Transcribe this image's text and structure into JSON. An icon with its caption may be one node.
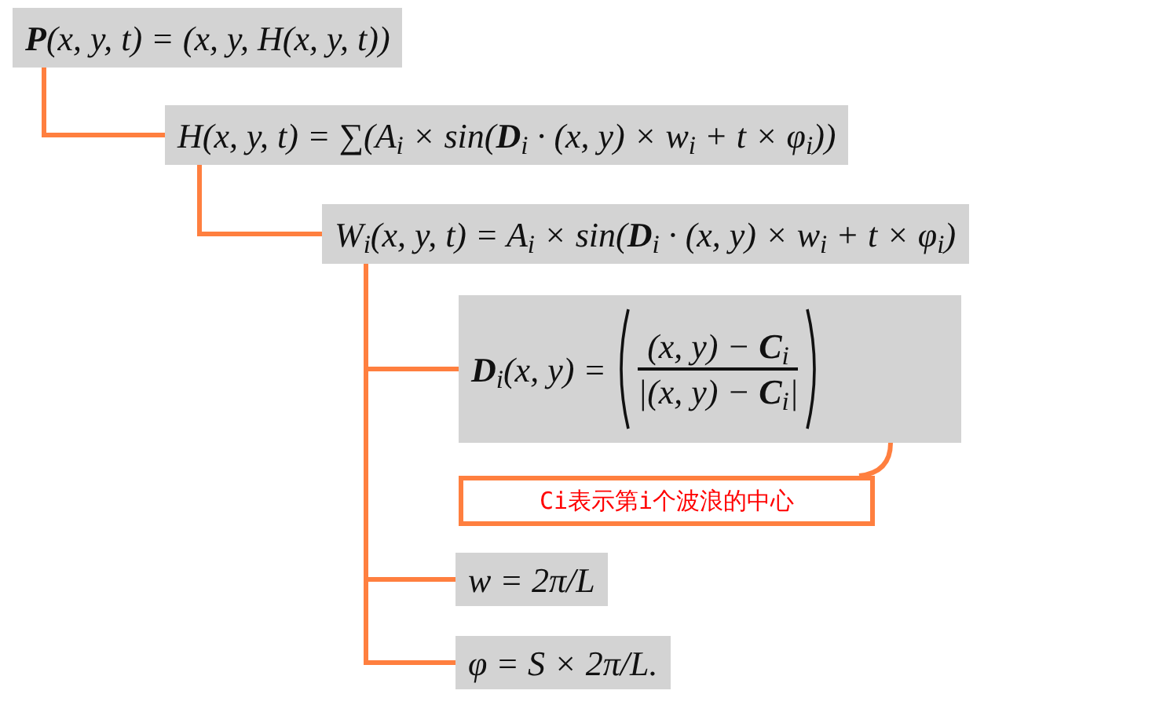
{
  "diagram": {
    "nodes": [
      {
        "text": [
          "**P**(x, y, t) = (x, y, H(x, y, t))"
        ]
      },
      {
        "text": [
          "H(x, y, t) = ∑(A$_{i}$ × sin(**D**$_{i}$ · (x, y) × w$_{i}$ + t × φ$_{i}$))"
        ]
      },
      {
        "text": [
          "W$_{i}$(x, y, t) = A$_{i}$ × sin(**D**$_{i}$ · (x, y) × w$_{i}$ + t × φ$_{i}$)"
        ]
      },
      {
        "text": [
          "**D**$_{i}$(x, y) =",
          "(x, y) − **C**$_{i}$",
          "|(x, y) − **C**$_{i}$|"
        ]
      },
      {
        "text": [
          "Ci表示第i个波浪的中心"
        ]
      },
      {
        "text": [
          "w = 2π/L"
        ]
      },
      {
        "text": [
          "φ = S × 2π/L."
        ]
      }
    ],
    "edges": [
      {
        "from": 0,
        "to": 1,
        "arrow": "none"
      },
      {
        "from": 1,
        "to": 2,
        "arrow": "none"
      },
      {
        "from": 2,
        "to": 3,
        "arrow": "none"
      },
      {
        "from": 2,
        "to": 5,
        "arrow": "none"
      },
      {
        "from": 2,
        "to": 6,
        "arrow": "none"
      },
      {
        "from": 4,
        "to": 3,
        "arrow": "none"
      }
    ]
  }
}
